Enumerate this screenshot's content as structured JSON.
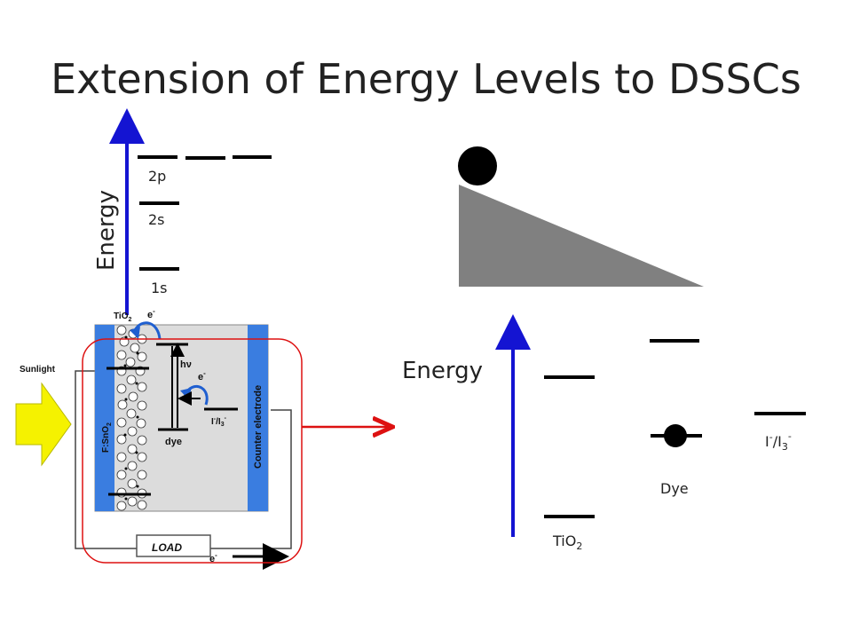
{
  "title": "Extension of Energy Levels to DSSCs",
  "atomic": {
    "axis_label": "Energy",
    "levels": [
      "2p",
      "2s",
      "1s"
    ]
  },
  "dssc_image": {
    "tio2": "TiO",
    "tio2_sub": "2",
    "electron": "e",
    "electron_sup": "-",
    "hv": "hν",
    "dye": "dye",
    "redox": "I",
    "redox_sup": "-",
    "redox_mid": "/I",
    "redox_sub": "3",
    "redox_sup2": "-",
    "sunlight": "Sunlight",
    "fto": "F:SnO",
    "fto_sub": "2",
    "counter": "Counter electrode",
    "load": "LOAD"
  },
  "dssc_diagram": {
    "axis_label": "Energy",
    "tio2": "TiO",
    "tio2_sub": "2",
    "dye": "Dye",
    "redox": "I",
    "redox_sup": "-",
    "redox_mid": "/I",
    "redox_sub": "3",
    "redox_sup2": "-"
  },
  "colors": {
    "axis": "#1414d2",
    "electrode": "#3a7de0",
    "sunlight": "#f5f200",
    "red": "#dd1111",
    "ramp": "#808080"
  }
}
